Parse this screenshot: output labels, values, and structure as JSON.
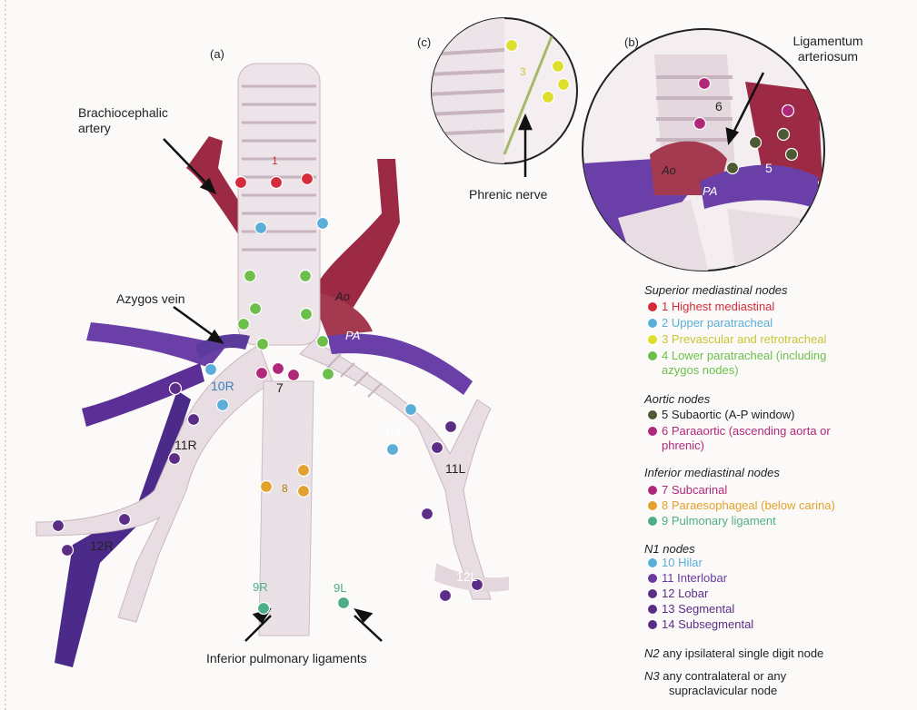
{
  "figure": {
    "panel_a_label": "(a)",
    "panel_b_label": "(b)",
    "panel_c_label": "(c)",
    "annotations": {
      "brachiocephalic": "Brachiocephalic artery",
      "azygos": "Azygos vein",
      "inferior_ligaments": "Inferior pulmonary ligaments",
      "phrenic": "Phrenic nerve",
      "ligamentum": "Ligamentum arteriosum"
    },
    "vessel_labels": {
      "ao": "Ao",
      "pa": "PA"
    },
    "node_labels": {
      "n1": "1",
      "n7": "7",
      "n8": "8",
      "n10r": "10R",
      "n10l": "10L",
      "n11r": "11R",
      "n11l": "11L",
      "n12r": "12R",
      "n12l": "12L",
      "n9r": "9R",
      "n9l": "9L",
      "n3": "3",
      "n6": "6",
      "n5": "5"
    },
    "colors": {
      "red": "#d62b3a",
      "blue": "#5aaed8",
      "yellow": "#dede2c",
      "green": "#6cbf4a",
      "darkgreen": "#4d5a34",
      "magenta": "#b0287a",
      "orange": "#e3a12d",
      "teal": "#4fae8a",
      "violet": "#5b2d86",
      "artery": "#9c2a44",
      "vein": "#6a3fa8",
      "trachea": "#e9e2e6"
    }
  },
  "legend": {
    "superior": {
      "header": "Superior mediastinal nodes",
      "items": [
        {
          "text": "1 Highest mediastinal",
          "color": "#d62b3a"
        },
        {
          "text": "2 Upper paratracheal",
          "color": "#5aaed8"
        },
        {
          "text": "3 Prevascular and retrotracheal",
          "color": "#dede2c"
        },
        {
          "text": "4 Lower paratracheal (including",
          "color": "#6cbf4a"
        },
        {
          "text": "azygos nodes)",
          "color": ""
        }
      ]
    },
    "aortic": {
      "header": "Aortic nodes",
      "items": [
        {
          "text": "5 Subaortic (A-P window)",
          "color": "#4d5a34"
        },
        {
          "text": "6 Paraaortic (ascending aorta or",
          "color": "#b0287a"
        },
        {
          "text": "phrenic)",
          "color": ""
        }
      ]
    },
    "inferior": {
      "header": "Inferior mediastinal nodes",
      "items": [
        {
          "text": "7 Subcarinal",
          "color": "#b0287a"
        },
        {
          "text": "8 Paraesophageal (below carina)",
          "color": "#e3a12d"
        },
        {
          "text": "9 Pulmonary ligament",
          "color": "#4fae8a"
        }
      ]
    },
    "n1": {
      "header": "N1 nodes",
      "items": [
        {
          "text": "10 Hilar",
          "color": "#5aaed8"
        },
        {
          "text": "11 Interlobar",
          "color": "#6a3aa0"
        },
        {
          "text": "12 Lobar",
          "color": "#5b2d86"
        },
        {
          "text": "13 Segmental",
          "color": "#5b2d86"
        },
        {
          "text": "14 Subsegmental",
          "color": "#5b2d86"
        }
      ]
    },
    "n2": {
      "prefix": "N2",
      "text": " any ipsilateral single digit node"
    },
    "n3": {
      "prefix": "N3",
      "text": " any contralateral or any",
      "line2": "supraclavicular node"
    }
  }
}
